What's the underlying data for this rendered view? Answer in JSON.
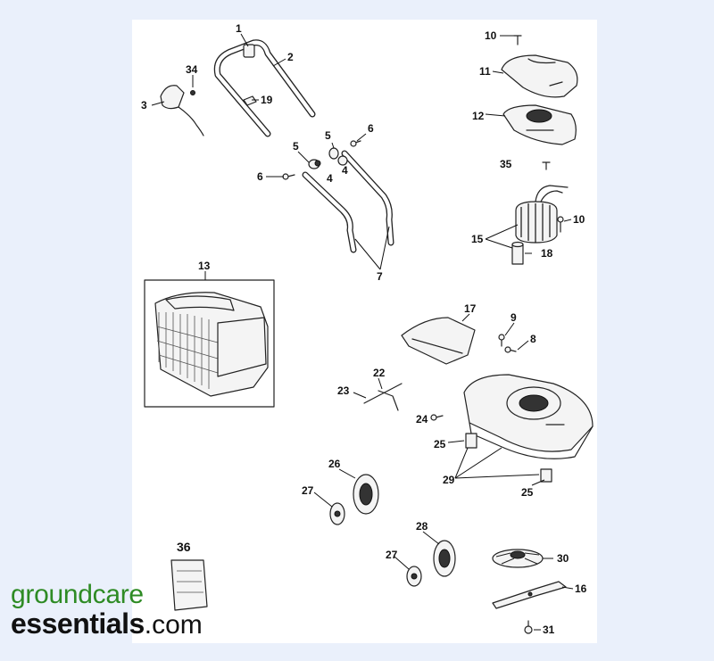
{
  "diagram": {
    "parts": {
      "p1": "1",
      "p2": "2",
      "p3": "3",
      "p34": "34",
      "p19": "19",
      "p5a": "5",
      "p5b": "5",
      "p4a": "4",
      "p4b": "4",
      "p6a": "6",
      "p6b": "6",
      "p7": "7",
      "p10a": "10",
      "p11": "11",
      "p12": "12",
      "p35": "35",
      "p15": "15",
      "p10b": "10",
      "p18": "18",
      "p13": "13",
      "p17": "17",
      "p9": "9",
      "p8": "8",
      "p22": "22",
      "p23": "23",
      "p24": "24",
      "p25a": "25",
      "p25b": "25",
      "p29": "29",
      "p26": "26",
      "p27a": "27",
      "p27b": "27",
      "p28": "28",
      "p30": "30",
      "p16": "16",
      "p31": "31",
      "p36": "36"
    }
  },
  "brand": {
    "line1": "groundcare",
    "line2_main": "essentials",
    "line2_tld": ".com",
    "color_green": "#2e8b24",
    "color_dark": "#111111"
  }
}
